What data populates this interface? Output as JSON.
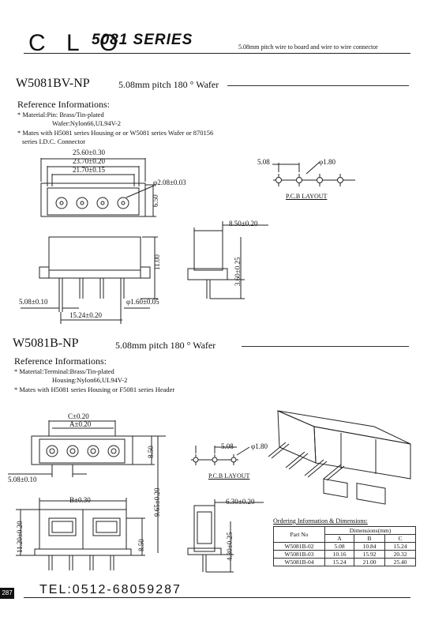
{
  "header": {
    "brand": "C L O",
    "series": "5081 SERIES",
    "tagline": "5.08mm pitch wire to board and wire to wire connector"
  },
  "section1": {
    "part": "W5081BV-NP",
    "subtitle": "5.08mm pitch 180 °  Wafer",
    "ref_heading": "Reference Informations:",
    "notes": [
      "* Material:Pin: Brass/Tin-plated",
      "Wafer:Nylon66,UL94V-2",
      "* Mates with H5081 series Housing or or W5081 series Wafer or 870156",
      "series I.D.C. Connector"
    ],
    "dims": {
      "d1": "25.60±0.30",
      "d2": "23.70±0.20",
      "d3": "21.70±0.15",
      "d4": "φ2.08±0.03",
      "d5": "6.50",
      "d6": "11.00",
      "d7": "5.08±0.10",
      "d8": "φ1.60±0.05",
      "d9": "15.24±0.20",
      "d10": "8.50±0.20",
      "d11": "3.60±0.25"
    },
    "pcb": {
      "pitch": "5.08",
      "hole": "φ1.80",
      "label": "P.C.B LAYOUT"
    }
  },
  "section2": {
    "part": "W5081B-NP",
    "subtitle": "5.08mm pitch 180 °  Wafer",
    "ref_heading": "Reference Informations:",
    "notes": [
      "* Material:Terminal:Brass/Tin-plated",
      "Housing:Nylon66,UL94V-2",
      "* Mates with H5081 series Housing or F5081 series Header"
    ],
    "dims": {
      "c": "C±0.20",
      "a": "A±0.20",
      "h1": "8.50",
      "pitch": "5.08±0.10",
      "b": "B±0.30",
      "h2": "9.65±0.20",
      "h3": "11.20±0.20",
      "h4": "8.50",
      "side": "6.30±0.20",
      "h5": "4.30±0.25"
    },
    "pcb": {
      "pitch": "5.08",
      "hole": "φ1.80",
      "label": "P.C.B LAYOUT"
    }
  },
  "table": {
    "title": "Ordering Information & Dimensions:",
    "col_part": "Part No",
    "col_dims": "Dimensions(mm)",
    "cols": [
      "A",
      "B",
      "C"
    ],
    "rows": [
      {
        "part": "W5081B-02",
        "a": "5.08",
        "b": "10.84",
        "c": "15.24"
      },
      {
        "part": "W5081B-03",
        "a": "10.16",
        "b": "15.92",
        "c": "20.32"
      },
      {
        "part": "W5081B-04",
        "a": "15.24",
        "b": "21.00",
        "c": "25.40"
      }
    ]
  },
  "footer": {
    "tel": "TEL:0512-68059287",
    "page": "287"
  }
}
